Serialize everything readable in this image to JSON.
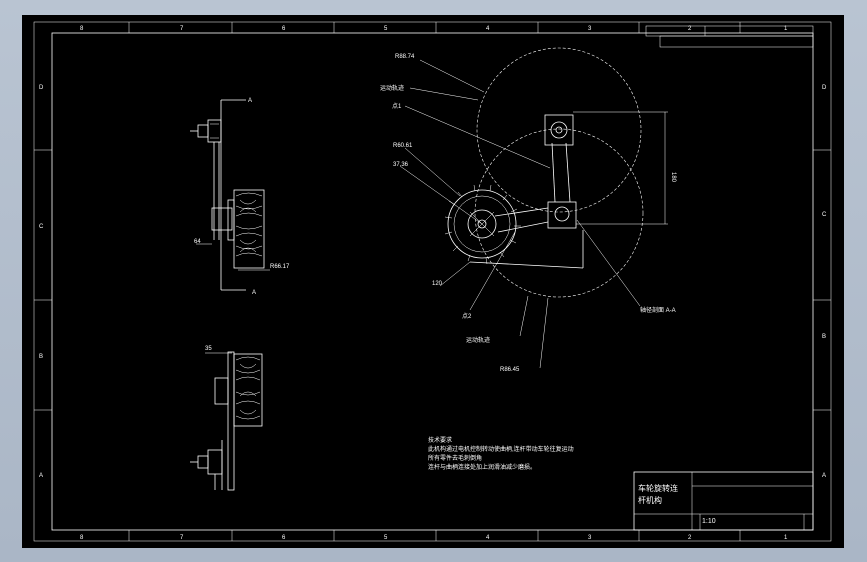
{
  "sheet": {
    "zone_numbers_top": [
      "8",
      "7",
      "6",
      "5",
      "4",
      "3",
      "2",
      "1"
    ],
    "zone_numbers_bottom": [
      "8",
      "7",
      "6",
      "5",
      "4",
      "3",
      "2",
      "1"
    ],
    "zone_letters_left": [
      "D",
      "C",
      "B",
      "A"
    ],
    "zone_letters_right": [
      "D",
      "C",
      "B",
      "A"
    ]
  },
  "title_block": {
    "title_line1": "车轮旋转连",
    "title_line2": "杆机构",
    "scale": "1:10"
  },
  "front_view": {
    "section_mark_top": "A",
    "section_mark_bottom": "A",
    "dim_64": "64",
    "dim_r66": "R66.17"
  },
  "lower_view": {
    "dim_35": "35"
  },
  "mechanism": {
    "label_r88_74": "R88.74",
    "label_track_top": "运动轨迹",
    "label_point_1": "点1",
    "label_r60_61": "R60.61",
    "label_r37_36": "37.36",
    "label_180": "180",
    "label_120": "120",
    "label_section": "轴径剖面 A-A",
    "label_point_2": "点2",
    "label_track_bottom": "运动轨迹",
    "label_r86_45": "R86.45"
  },
  "notes": {
    "heading": "技术要求",
    "line1": "此机构通过电机控制转动使曲柄,连杆带动车轮往复运动",
    "line2": "所有零件去毛刺倒角",
    "line3": "连杆与曲柄连接处加上润滑油减少磨损。"
  }
}
